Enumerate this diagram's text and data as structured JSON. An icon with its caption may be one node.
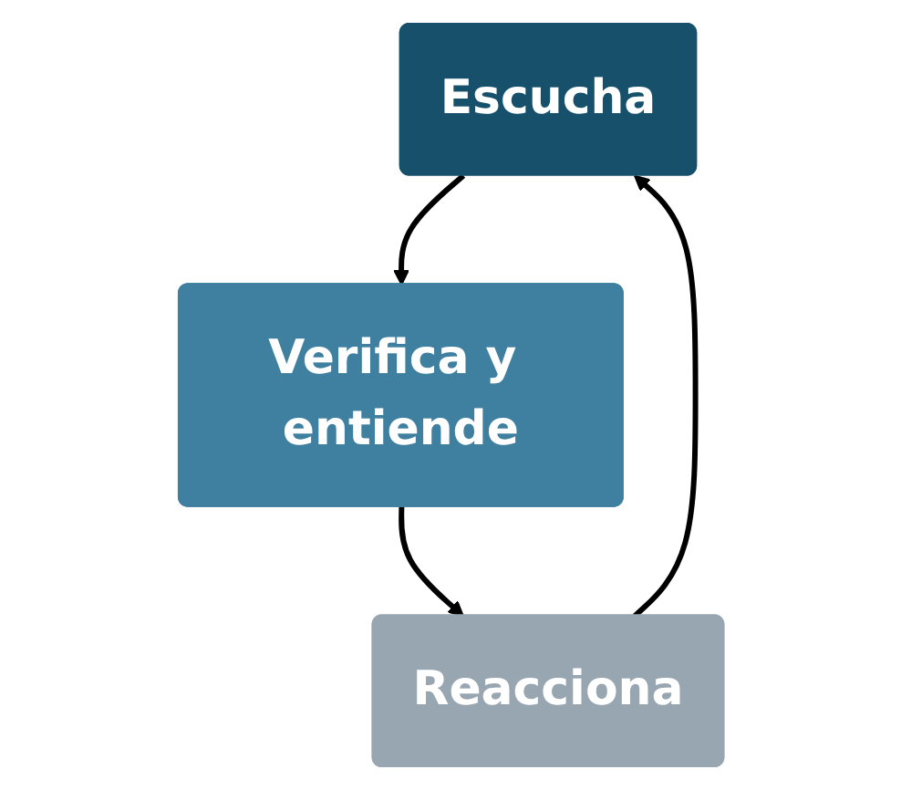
{
  "diagram": {
    "nodes": [
      {
        "text": [
          "Escucha"
        ]
      },
      {
        "text": [
          "Verifica y entiende"
        ]
      },
      {
        "text": [
          "Reacciona"
        ]
      }
    ],
    "edges": [
      {
        "from": 0,
        "to": 1,
        "arrow": "to"
      },
      {
        "from": 1,
        "to": 2,
        "arrow": "to"
      },
      {
        "from": 2,
        "to": 0,
        "arrow": "to"
      }
    ]
  }
}
